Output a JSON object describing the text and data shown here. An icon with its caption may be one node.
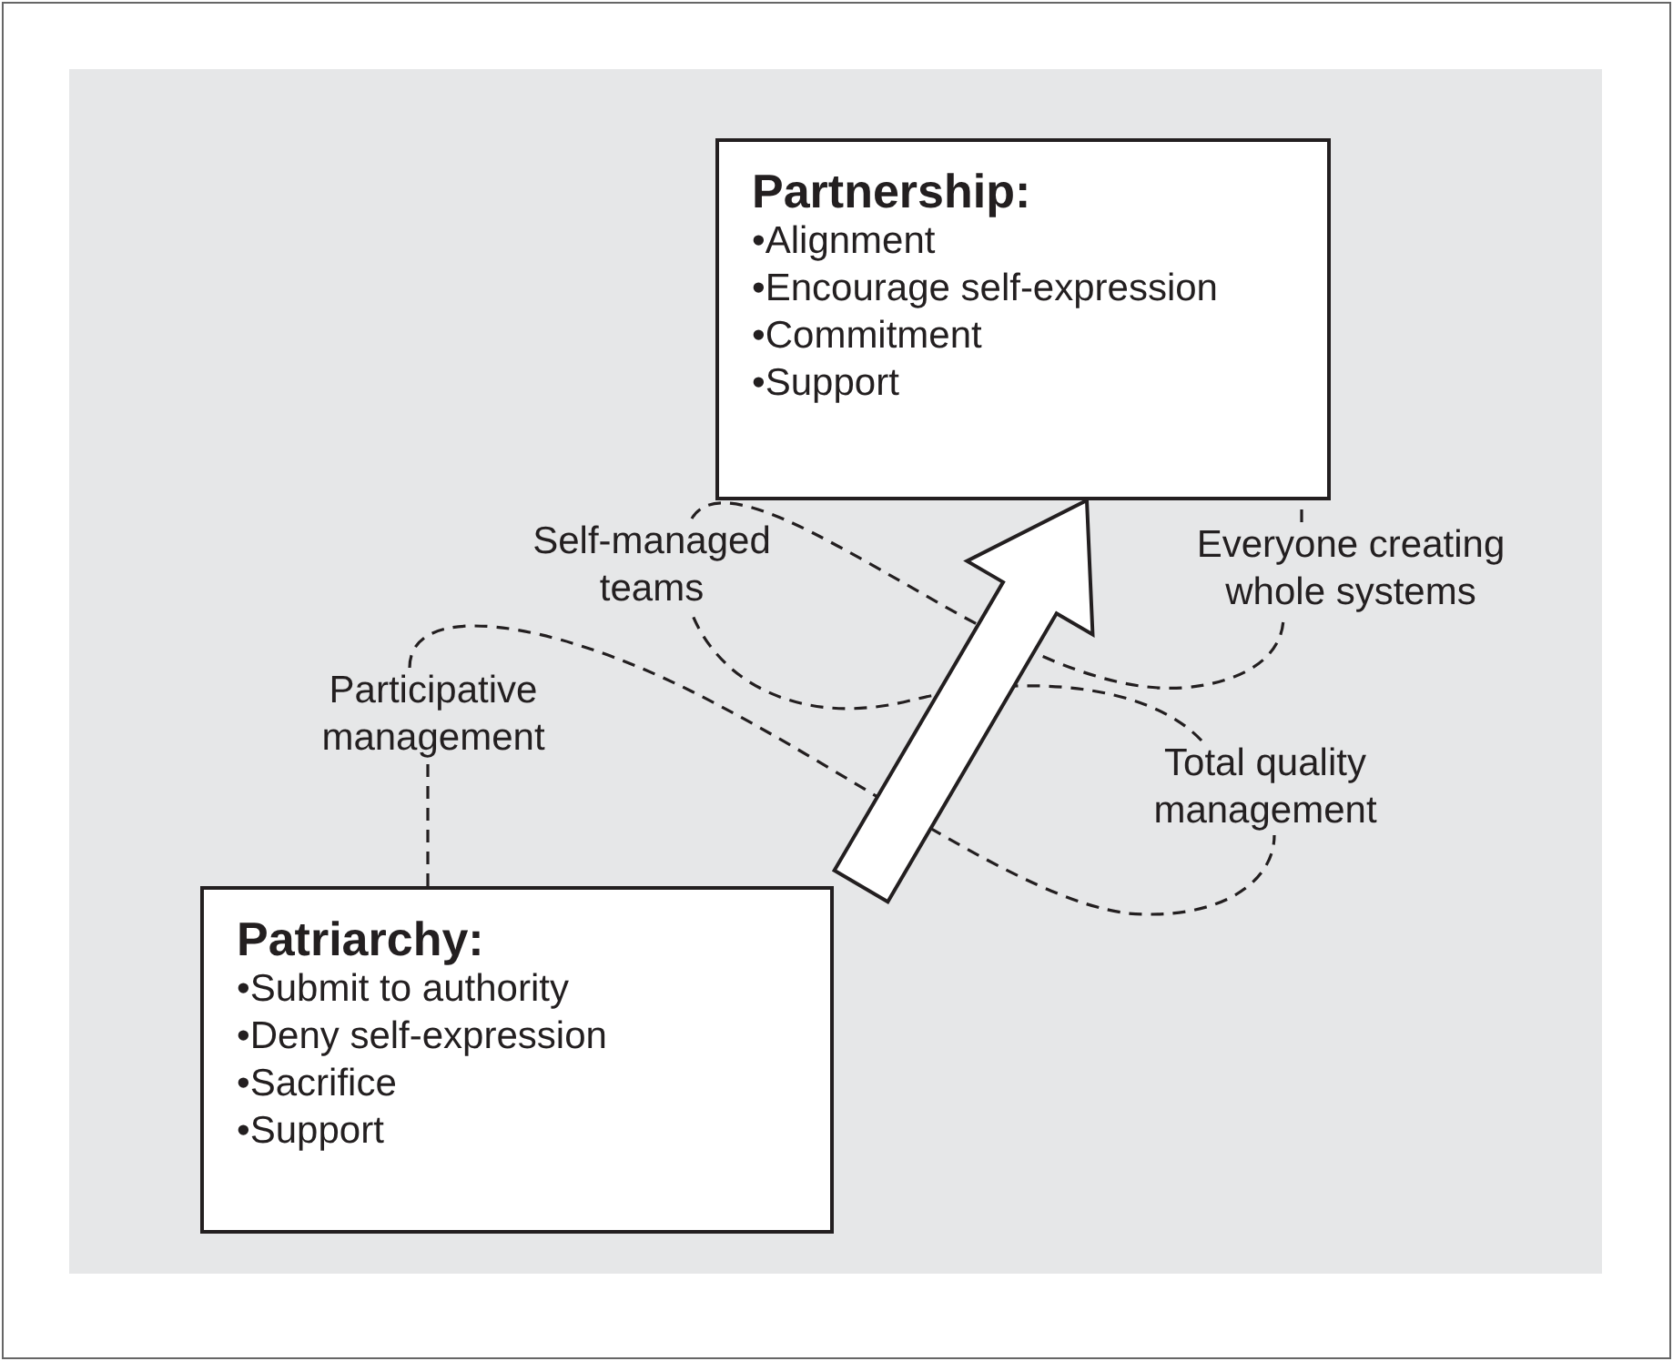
{
  "diagram": {
    "nodes": [
      {
        "text": [
          "Partnership:",
          "•Alignment",
          "•Encourage self-expression",
          "•Commitment",
          "•Support"
        ]
      },
      {
        "text": [
          "Self-managed teams"
        ]
      },
      {
        "text": [
          "Everyone creating whole systems"
        ]
      },
      {
        "text": [
          "Participative management"
        ]
      },
      {
        "text": [
          "Total quality management"
        ]
      },
      {
        "text": [
          "Patriarchy:",
          "•Submit to authority",
          "•Deny self-expression",
          "•Sacrifice",
          "•Support"
        ]
      }
    ],
    "edges": [
      {
        "from": 5,
        "to": 3,
        "arrow": "none",
        "style": "dashed"
      },
      {
        "from": 3,
        "to": 4,
        "arrow": "none",
        "style": "dashed"
      },
      {
        "from": 4,
        "to": 1,
        "arrow": "none",
        "style": "dashed"
      },
      {
        "from": 1,
        "to": 2,
        "arrow": "none",
        "style": "dashed"
      },
      {
        "from": 2,
        "to": 0,
        "arrow": "none",
        "style": "dashed"
      },
      {
        "from": 5,
        "to": 0,
        "arrow": "to",
        "style": "thick"
      }
    ]
  }
}
